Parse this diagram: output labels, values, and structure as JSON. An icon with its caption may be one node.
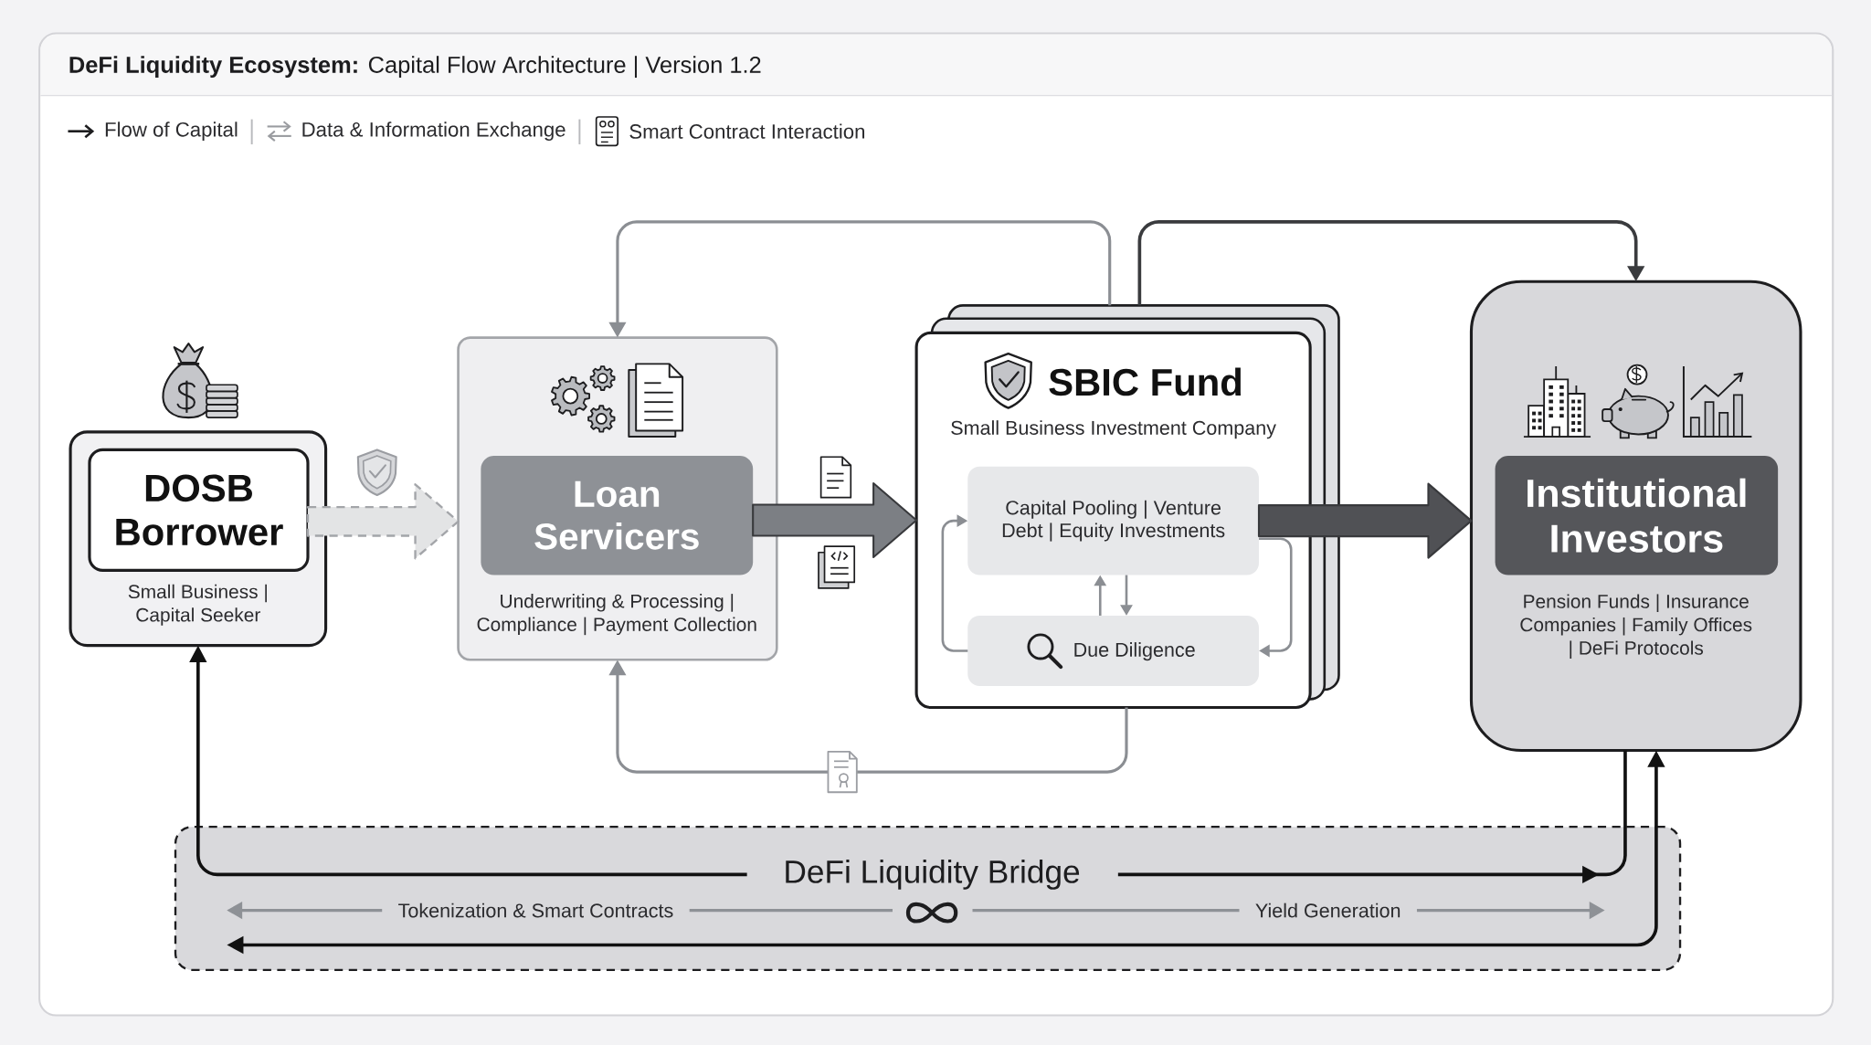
{
  "diagram": {
    "title": "**DeFi Liquidity Ecosystem:** Capital Flow Architecture | Version 1.2",
    "nodes": [
      {
        "text": [
          "Small Business | Capital Seeker"
        ]
      },
      {
        "text": [
          "DOSB Borrower"
        ],
        "in": 0
      },
      {
        "text": [
          "Underwriting & Processing | Compliance | Payment Collection"
        ]
      },
      {
        "text": [
          "Loan Servicers"
        ],
        "in": 2
      },
      {
        "text": [
          "SBIC Fund",
          "Small Business Investment Company"
        ]
      },
      {
        "text": [
          "Capital Pooling | Venture Debt | Equity Investments"
        ],
        "in": 4
      },
      {
        "text": [
          "Due Diligence"
        ],
        "in": 4
      },
      {
        "text": [
          "Pension Funds | Insurance Companies | Family Offices | DeFi Protocols"
        ]
      },
      {
        "text": [
          "Institutional Investors"
        ],
        "in": 7
      },
      {
        "text": [
          "DeFi Liquidity Bridge",
          "Tokenization & Smart Contracts",
          "Yield Generation"
        ]
      }
    ],
    "edges": [
      {
        "from": 1,
        "to": 2,
        "arrow": "to",
        "style": "dashed",
        "color": "#a3a5a9"
      },
      {
        "from": 3,
        "to": 4,
        "arrow": "to",
        "style": "thick",
        "color": "#7c7f84"
      },
      {
        "from": 5,
        "to": 7,
        "arrow": "to",
        "style": "thick",
        "color": "#505155"
      },
      {
        "from": 4,
        "to": 2,
        "arrow": "to"
      },
      {
        "from": 4,
        "to": 7,
        "arrow": "to",
        "color": "#3a3b3e"
      },
      {
        "from": 4,
        "to": 2,
        "arrow": "to"
      },
      {
        "from": 6,
        "to": 5,
        "arrow": "to"
      },
      {
        "from": 5,
        "to": 6,
        "arrow": "to"
      },
      {
        "from": 6,
        "to": 5,
        "arrow": "to"
      },
      {
        "from": 5,
        "to": 6,
        "arrow": "to"
      },
      {
        "from": 9,
        "to": 0,
        "arrow": "to",
        "color": "#111111"
      },
      {
        "from": 9,
        "to": 7,
        "arrow": "to",
        "color": "#111111"
      },
      {
        "from": 9,
        "to": 7,
        "arrow": "both",
        "color": "#111111"
      }
    ],
    "legend": [
      {
        "text": "Flow of Capital"
      },
      {
        "text": "Data & Information Exchange"
      },
      {
        "text": "Smart Contract Interaction"
      }
    ]
  }
}
